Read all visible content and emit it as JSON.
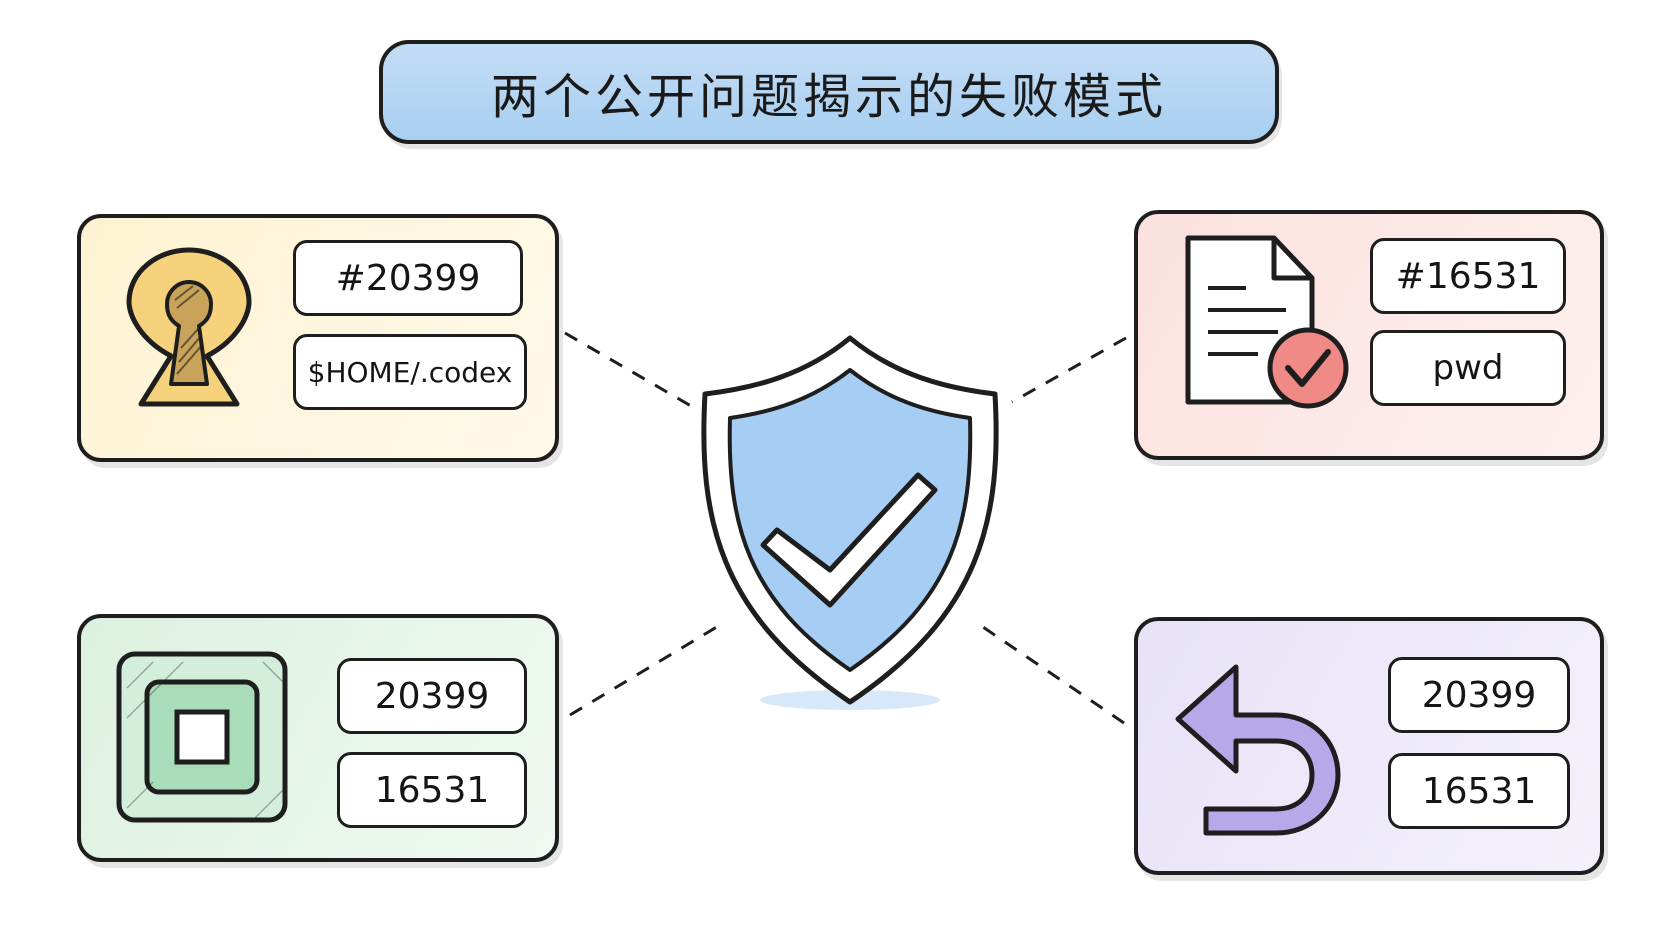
{
  "title": "两个公开问题揭示的失败模式",
  "colors": {
    "title_fill": "#a8cff0",
    "shield_fill": "#a6cdf3",
    "keyhole_fill": "#f7d27c",
    "document_badge": "#ef8a86",
    "square_fill": "#a9dcb8",
    "undo_arrow_fill": "#b7a8ea",
    "outline": "#1e1e1e"
  },
  "center": {
    "icon": "shield-check-icon"
  },
  "cards": {
    "top_left": {
      "icon": "keyhole-icon",
      "tags": [
        "#20399",
        "$HOME/.codex"
      ]
    },
    "top_right": {
      "icon": "document-check-icon",
      "tags": [
        "#16531",
        "pwd"
      ]
    },
    "bottom_left": {
      "icon": "nested-square-icon",
      "tags": [
        "20399",
        "16531"
      ]
    },
    "bottom_right": {
      "icon": "undo-arrow-icon",
      "tags": [
        "20399",
        "16531"
      ]
    }
  }
}
